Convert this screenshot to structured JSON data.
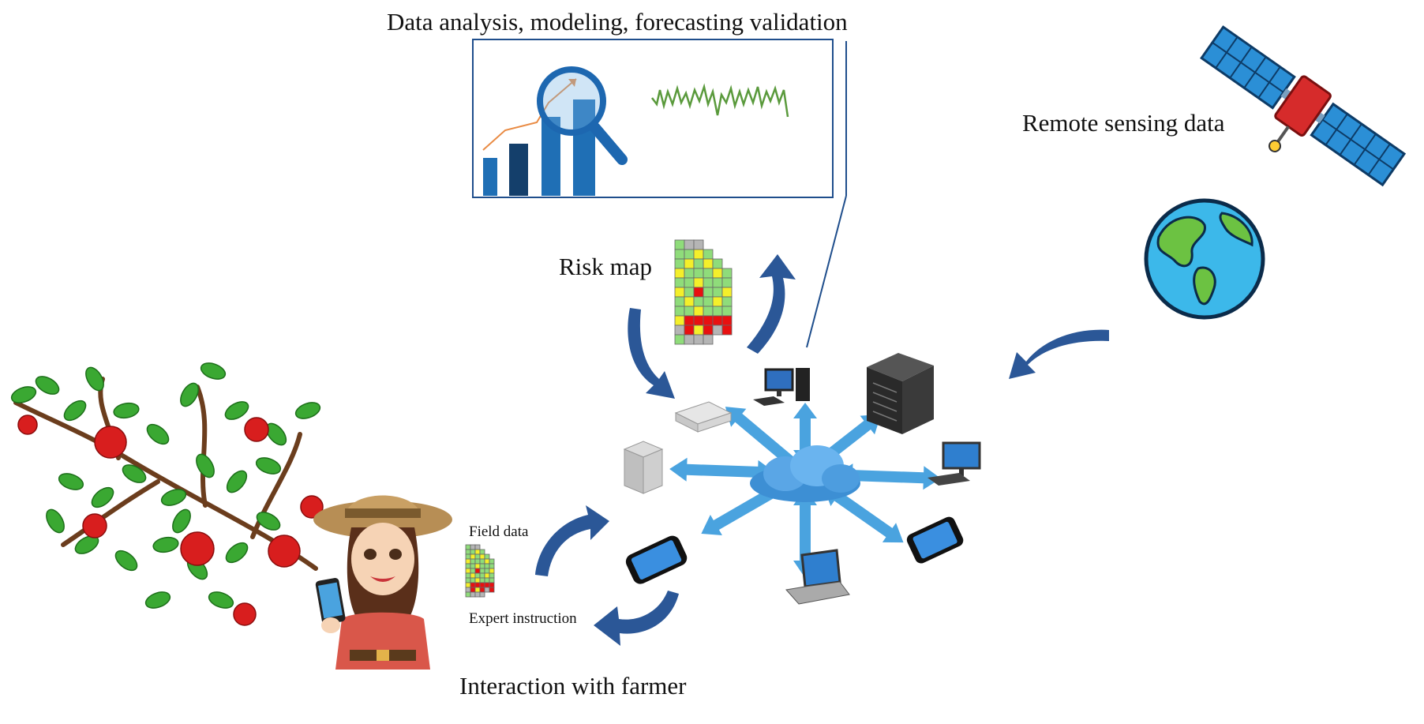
{
  "labels": {
    "analysis": "Data analysis, modeling, forecasting validation",
    "remote_sensing": "Remote sensing data",
    "risk_map": "Risk map",
    "field_data": "Field data",
    "expert_instruction": "Expert instruction",
    "interaction": "Interaction with farmer"
  },
  "colors": {
    "arrow_dark_blue": "#2b5797",
    "link_light_blue": "#4aa3df",
    "cloud_blue": "#3d8fd4",
    "frame_blue": "#1f4e8c",
    "leaf_green": "#3aa832",
    "apple_red": "#d81e1e",
    "risk_green": "#8fdc7a",
    "risk_yellow": "#f4ef2a",
    "risk_red": "#e81010",
    "risk_grey": "#b5b5b5"
  },
  "icons": [
    "bar-chart-icon",
    "magnifier-icon",
    "sine-wave-icon",
    "satellite-icon",
    "globe-icon",
    "cloud-icon",
    "server-icon",
    "desktop-icon",
    "router-icon",
    "nas-icon",
    "laptop-icon",
    "smartphone-icon",
    "apple-tree-icon",
    "farmer-icon"
  ],
  "risk_grid": [
    [
      "g",
      "x",
      "x",
      "",
      "",
      ""
    ],
    [
      "g",
      "g",
      "y",
      "g",
      "",
      ""
    ],
    [
      "g",
      "y",
      "g",
      "y",
      "g",
      ""
    ],
    [
      "y",
      "g",
      "g",
      "g",
      "y",
      "g"
    ],
    [
      "g",
      "g",
      "y",
      "g",
      "g",
      "g"
    ],
    [
      "y",
      "g",
      "r",
      "g",
      "g",
      "y"
    ],
    [
      "g",
      "y",
      "g",
      "g",
      "y",
      "g"
    ],
    [
      "g",
      "g",
      "y",
      "g",
      "g",
      "g"
    ],
    [
      "y",
      "r",
      "r",
      "r",
      "r",
      "r"
    ],
    [
      "x",
      "r",
      "y",
      "r",
      "x",
      "r"
    ],
    [
      "g",
      "x",
      "x",
      "x",
      "",
      ""
    ]
  ]
}
